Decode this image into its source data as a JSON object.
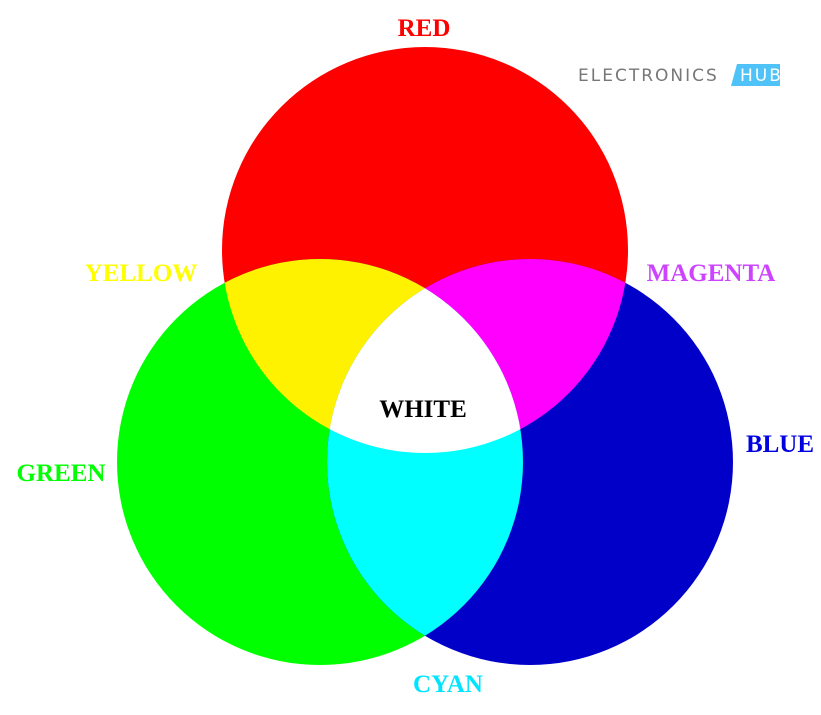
{
  "labels": {
    "red": "RED",
    "green": "GREEN",
    "blue": "BLUE",
    "yellow": "YELLOW",
    "magenta": "MAGENTA",
    "cyan": "CYAN",
    "white": "WHITE"
  },
  "colors": {
    "red": "#ff0000",
    "green": "#00ff00",
    "blue": "#0000c8",
    "yellow": "#fff200",
    "magenta": "#ff00ff",
    "cyan": "#00ffff",
    "white": "#ffffff",
    "label_red": "#ff0000",
    "label_green": "#00ff00",
    "label_blue": "#0000e0",
    "label_yellow": "#ffff00",
    "label_magenta": "#cc44ff",
    "label_cyan": "#00e5ff",
    "label_white": "#000000"
  },
  "logo": {
    "left": "ELECTRONICS",
    "right": "HUB"
  }
}
